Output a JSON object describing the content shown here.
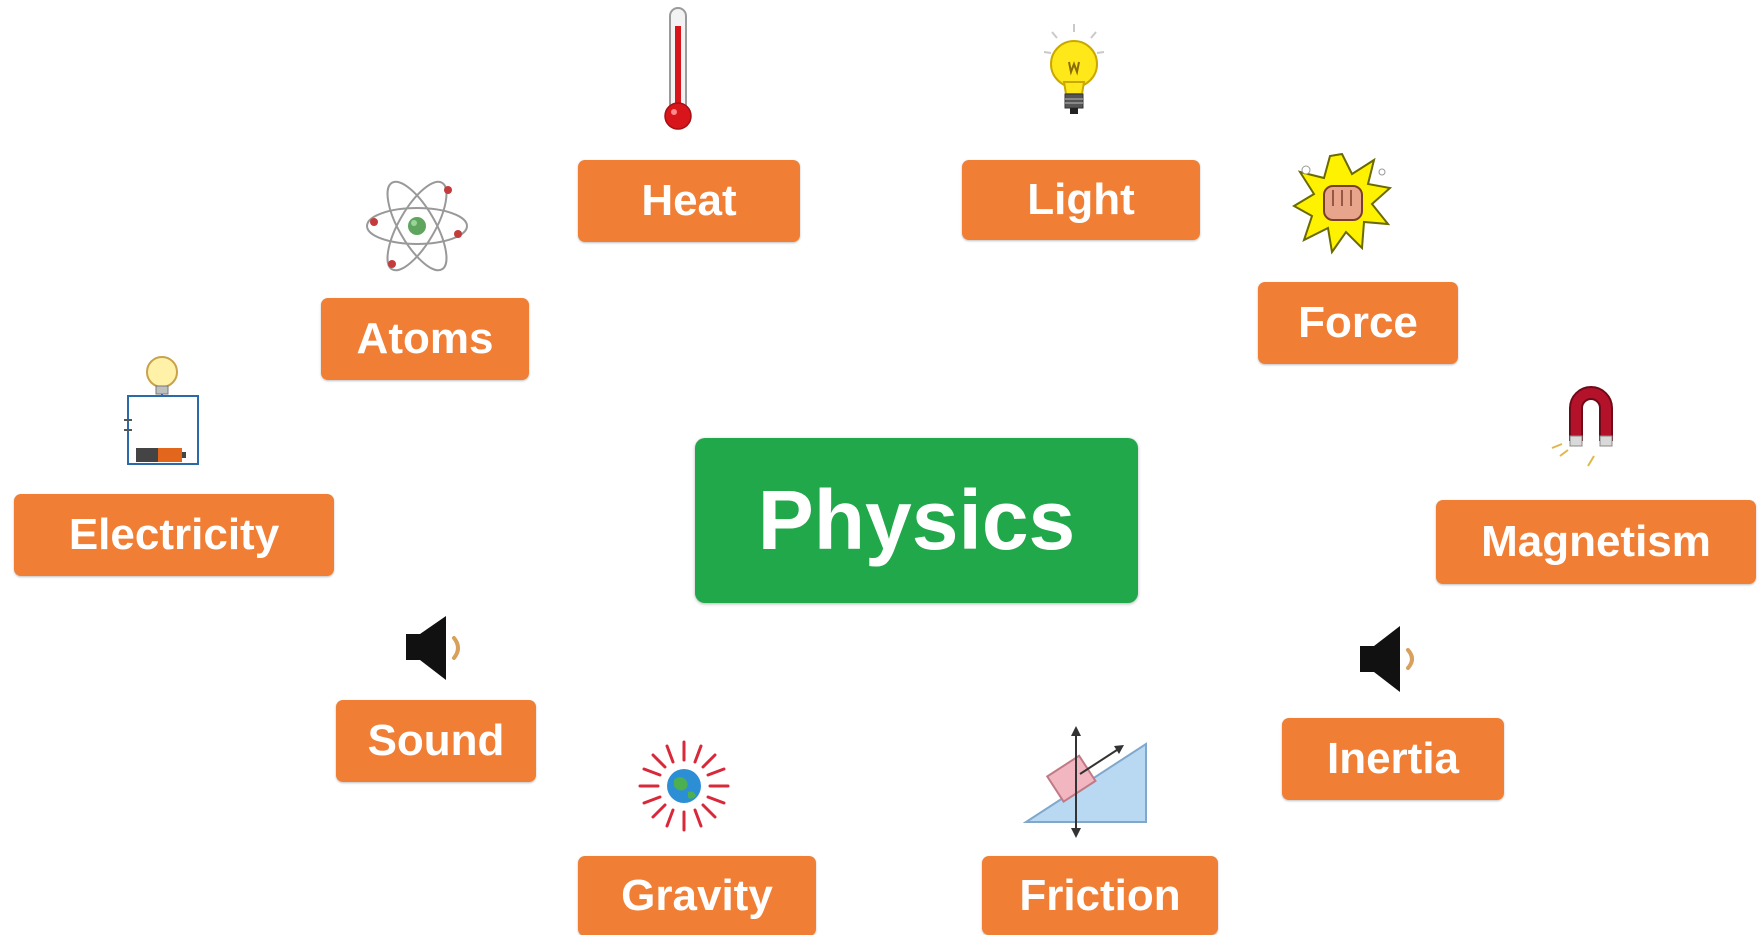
{
  "center": {
    "label": "Physics",
    "color": "#21a84a"
  },
  "accent_color": "#f07f35",
  "topics": {
    "heat": {
      "label": "Heat",
      "icon": "thermometer-icon"
    },
    "light": {
      "label": "Light",
      "icon": "light-bulb-icon"
    },
    "force": {
      "label": "Force",
      "icon": "fist-impact-icon"
    },
    "atoms": {
      "label": "Atoms",
      "icon": "atom-icon"
    },
    "electricity": {
      "label": "Electricity",
      "icon": "circuit-bulb-battery-icon"
    },
    "magnetism": {
      "label": "Magnetism",
      "icon": "horseshoe-magnet-icon"
    },
    "sound": {
      "label": "Sound",
      "icon": "speaker-icon"
    },
    "inertia": {
      "label": "Inertia",
      "icon": "speaker-icon"
    },
    "gravity": {
      "label": "Gravity",
      "icon": "earth-gravity-icon"
    },
    "friction": {
      "label": "Friction",
      "icon": "inclined-plane-icon"
    }
  }
}
